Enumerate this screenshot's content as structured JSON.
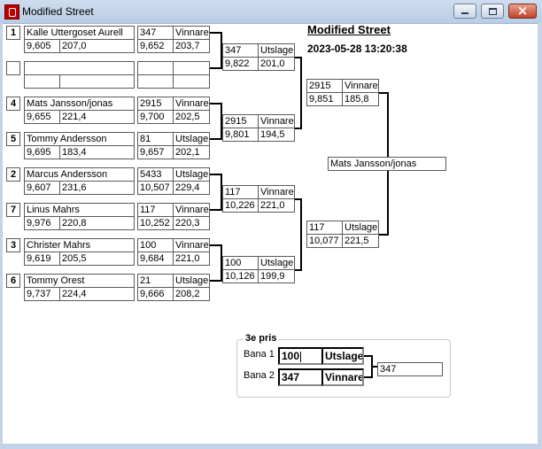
{
  "window": {
    "title": "Modified Street"
  },
  "heading": "Modified Street",
  "datetime": "2023-05-28 13:20:38",
  "round1": [
    {
      "seed": "1",
      "name": "Kalle Uttergoset Aurell",
      "et": "9,605",
      "speed": "207,0",
      "num": "347",
      "res": "Vinnare",
      "t2": "9,652",
      "s2": "203,7"
    },
    {
      "seed": "",
      "name": "",
      "et": "",
      "speed": "",
      "num": "",
      "res": "",
      "t2": "",
      "s2": ""
    },
    {
      "seed": "4",
      "name": "Mats Jansson/jonas",
      "et": "9,655",
      "speed": "221,4",
      "num": "2915",
      "res": "Vinnare",
      "t2": "9,700",
      "s2": "202,5"
    },
    {
      "seed": "5",
      "name": "Tommy Andersson",
      "et": "9,695",
      "speed": "183,4",
      "num": "81",
      "res": "Utslagen",
      "t2": "9,657",
      "s2": "202,1"
    },
    {
      "seed": "2",
      "name": "Marcus Andersson",
      "et": "9,607",
      "speed": "231,6",
      "num": "5433",
      "res": "Utslagen",
      "t2": "10,507",
      "s2": "229,4"
    },
    {
      "seed": "7",
      "name": "Linus Mahrs",
      "et": "9,976",
      "speed": "220,8",
      "num": "117",
      "res": "Vinnare",
      "t2": "10,252",
      "s2": "220,3"
    },
    {
      "seed": "3",
      "name": "Christer Mahrs",
      "et": "9,619",
      "speed": "205,5",
      "num": "100",
      "res": "Vinnare",
      "t2": "9,684",
      "s2": "221,0"
    },
    {
      "seed": "6",
      "name": "Tommy Orest",
      "et": "9,737",
      "speed": "224,4",
      "num": "21",
      "res": "Utslagen",
      "t2": "9,666",
      "s2": "208,2"
    }
  ],
  "round2": [
    {
      "num": "347",
      "res": "Utslagen",
      "time": "9,822",
      "speed": "201,0"
    },
    {
      "num": "2915",
      "res": "Vinnare",
      "time": "9,801",
      "speed": "194,5"
    },
    {
      "num": "117",
      "res": "Vinnare",
      "time": "10,226",
      "speed": "221,0"
    },
    {
      "num": "100",
      "res": "Utslagen",
      "time": "10,126",
      "speed": "199,9"
    }
  ],
  "semis": [
    {
      "num": "2915",
      "res": "Vinnare",
      "time": "9,851",
      "speed": "185,8"
    },
    {
      "num": "117",
      "res": "Utslagen",
      "time": "10,077",
      "speed": "221,5"
    }
  ],
  "winner": "Mats Jansson/jonas",
  "third": {
    "title": "3e pris",
    "lane1_label": "Bana 1",
    "lane2_label": "Bana 2",
    "lane1_num": "100",
    "lane1_res": "Utslagen",
    "lane2_num": "347",
    "lane2_res": "Vinnare",
    "result": "347"
  }
}
